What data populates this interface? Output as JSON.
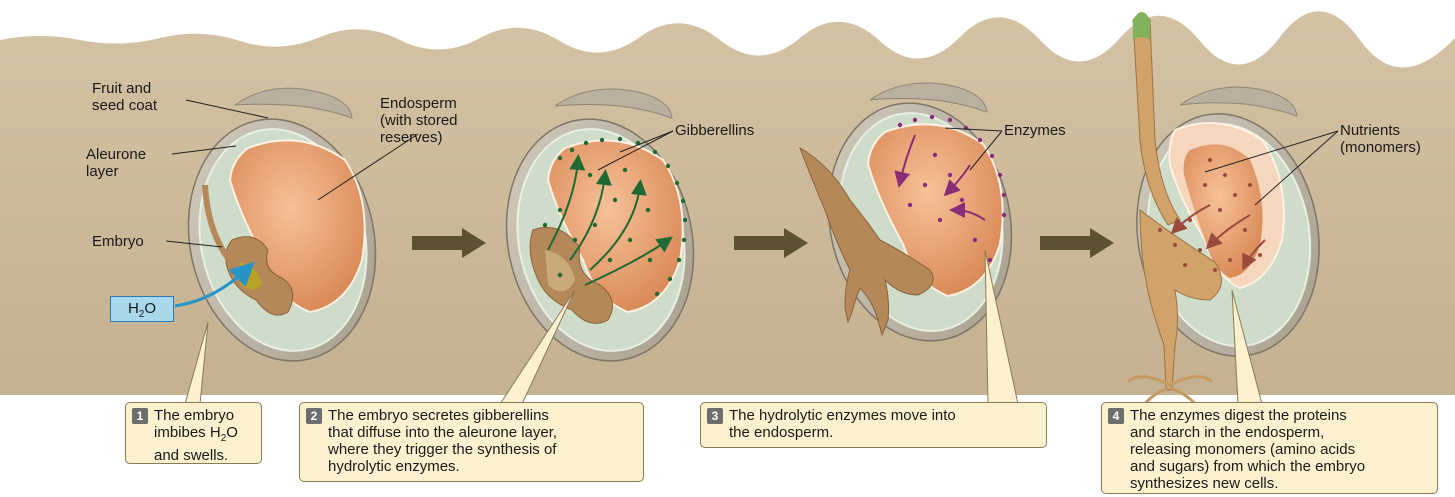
{
  "labels": {
    "fruit_seed_coat": "Fruit and\nseed coat",
    "aleurone": "Aleurone\nlayer",
    "embryo": "Embryo",
    "endosperm": "Endosperm\n(with stored\nreserves)",
    "gibberellins": "Gibberellins",
    "enzymes": "Enzymes",
    "nutrients": "Nutrients\n(monomers)"
  },
  "h2o": {
    "main": "H",
    "sub": "2",
    "tail": "O"
  },
  "steps": [
    {
      "number": "1",
      "pre": "The embryo\nimbibes H",
      "sub": "2",
      "post": "O\nand swells."
    },
    {
      "number": "2",
      "text": "The embryo secretes gibberellins\nthat diffuse into the aleurone layer,\nwhere they trigger the synthesis of\nhydrolytic enzymes."
    },
    {
      "number": "3",
      "text": "The hydrolytic enzymes move into\nthe endosperm."
    },
    {
      "number": "4",
      "text": "The enzymes digest the proteins\nand starch in the endosperm,\nreleasing monomers (amino acids\nand sugars) from which the embryo\nsynthesizes new cells."
    }
  ],
  "colors": {
    "soil": "#c9b798",
    "seed_coat": "#bcb4a5",
    "aleurone": "#cfdcca",
    "endosperm": "#e69b6c",
    "embryo": "#b5885a",
    "gibberellin": "#1f6a32",
    "enzyme": "#8a2d78",
    "arrow": "#5c5232",
    "water_arrow": "#2694c6"
  }
}
